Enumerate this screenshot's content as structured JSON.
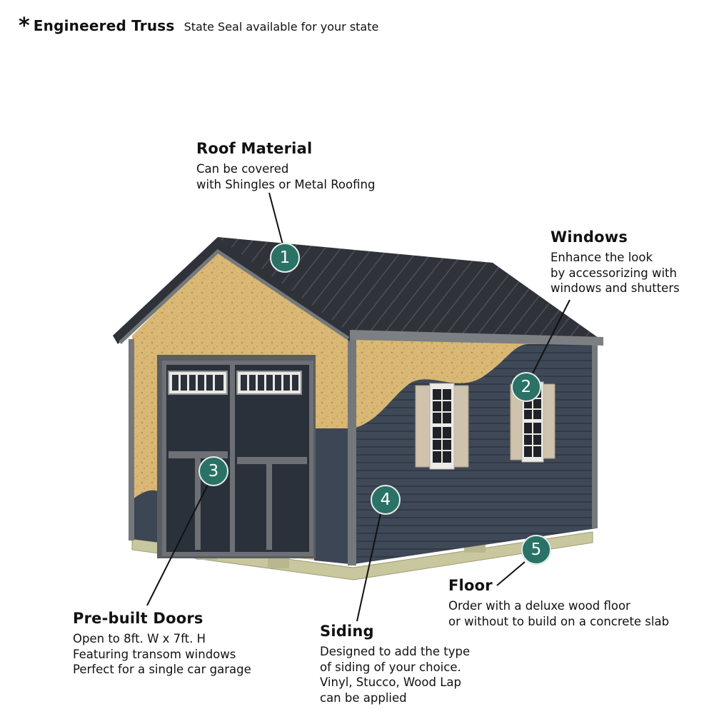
{
  "header": {
    "asterisk": "*",
    "title": "Engineered Truss",
    "subtitle": "State Seal available for your state"
  },
  "callouts": [
    {
      "number": "1",
      "title": "Roof Material",
      "lines": [
        "Can be covered",
        "with Shingles or Metal Roofing"
      ]
    },
    {
      "number": "2",
      "title": "Windows",
      "lines": [
        "Enhance the look",
        "by accessorizing with",
        "windows and shutters"
      ]
    },
    {
      "number": "3",
      "title": "Pre-built Doors",
      "lines": [
        "Open to 8ft. W x 7ft. H",
        "Featuring transom windows",
        "Perfect for a single car garage"
      ]
    },
    {
      "number": "4",
      "title": "Siding",
      "lines": [
        "Designed to add the type",
        "of siding of your choice.",
        "Vinyl, Stucco, Wood Lap",
        "can be applied"
      ]
    },
    {
      "number": "5",
      "title": "Floor",
      "lines": [
        "Order with a deluxe wood floor",
        "or without to build on a concrete slab"
      ]
    }
  ],
  "colors": {
    "badge": "#2a7266",
    "roof": "#2e3238",
    "siding": "#3d4654",
    "osb": "#d9b774",
    "trim": "#75787b",
    "shutter": "#cfc3ad",
    "floor": "#c9c79d"
  }
}
